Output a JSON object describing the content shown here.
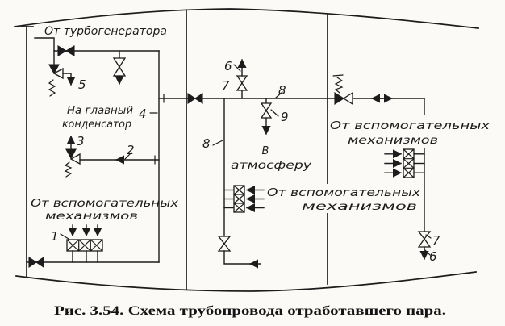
{
  "page": {
    "background_color": "#fbfaf7",
    "ink_color": "#1c1c1c"
  },
  "caption": "Рис. 3.54. Схема трубопровода отработавшего пара.",
  "labels": {
    "from_turbogenerator": "От турбогенератора",
    "to_main_condenser_line1": "На главный",
    "to_main_condenser_line2": "конденсатор",
    "to_atmosphere_line1": "В",
    "to_atmosphere_line2": "атмосферу",
    "from_aux_left_line1": "От вспомогательных",
    "from_aux_left_line2": "механизмов",
    "from_aux_middle_line1": "От вспомогательных",
    "from_aux_middle_line2": "механизмов",
    "from_aux_right_line1": "От вспомогательных",
    "from_aux_right_line2": "механизмов"
  },
  "callouts": {
    "c1": "1",
    "c2": "2",
    "c3": "3",
    "c4": "4",
    "c5": "5",
    "c6_mid": "6",
    "c7_mid": "7",
    "c8_top": "8",
    "c8_side": "8",
    "c9": "9",
    "c7_right": "7",
    "c6_right": "6"
  }
}
